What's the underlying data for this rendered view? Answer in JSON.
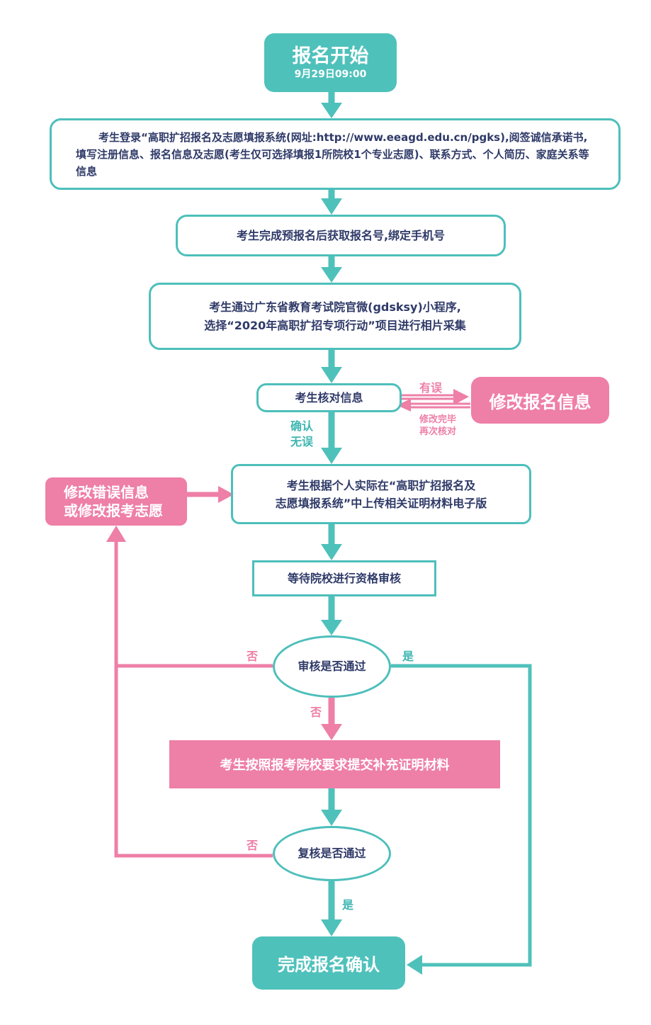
{
  "start": {
    "title": "报名开始",
    "date": "9月29日09:00"
  },
  "steps": {
    "register": "考生登录“高职扩招报名及志愿填报系统(网址:http://www.eeagd.edu.cn/pgks),阅签诚信承诺书,填写注册信息、报名信息及志愿(考生仅可选择填报1所院校1个专业志愿)、联系方式、个人简历、家庭关系等信息",
    "pre_register": "考生完成预报名后获取报名号,绑定手机号",
    "photo": [
      "考生通过广东省教育考试院官微(gdsksy)小程序,",
      "选择“2020年高职扩招专项行动”项目进行相片采集"
    ],
    "verify": "考生核对信息",
    "modify_info": "修改报名信息",
    "upload": [
      "考生根据个人实际在“高职扩招报名及",
      "志愿填报系统”中上传相关证明材料电子版"
    ],
    "modify_error": [
      "修改错误信息",
      "或修改报考志愿"
    ],
    "wait_review": "等待院校进行资格审核",
    "review_decision": "审核是否通过",
    "supplement": "考生按照报考院校要求提交补充证明材料",
    "recheck_decision": "复核是否通过",
    "finish": "完成报名确认"
  },
  "labels": {
    "has_error": "有误",
    "recheck": [
      "修改完毕",
      "再次核对"
    ],
    "confirm_ok": [
      "确认",
      "无误"
    ],
    "no_review_left": "否",
    "yes_review": "是",
    "no_review_down": "否",
    "no_recheck": "否",
    "yes_recheck": "是"
  },
  "colors": {
    "teal": "#4fc1bb",
    "pink": "#ee7fa7",
    "text": "#2f3a68"
  }
}
